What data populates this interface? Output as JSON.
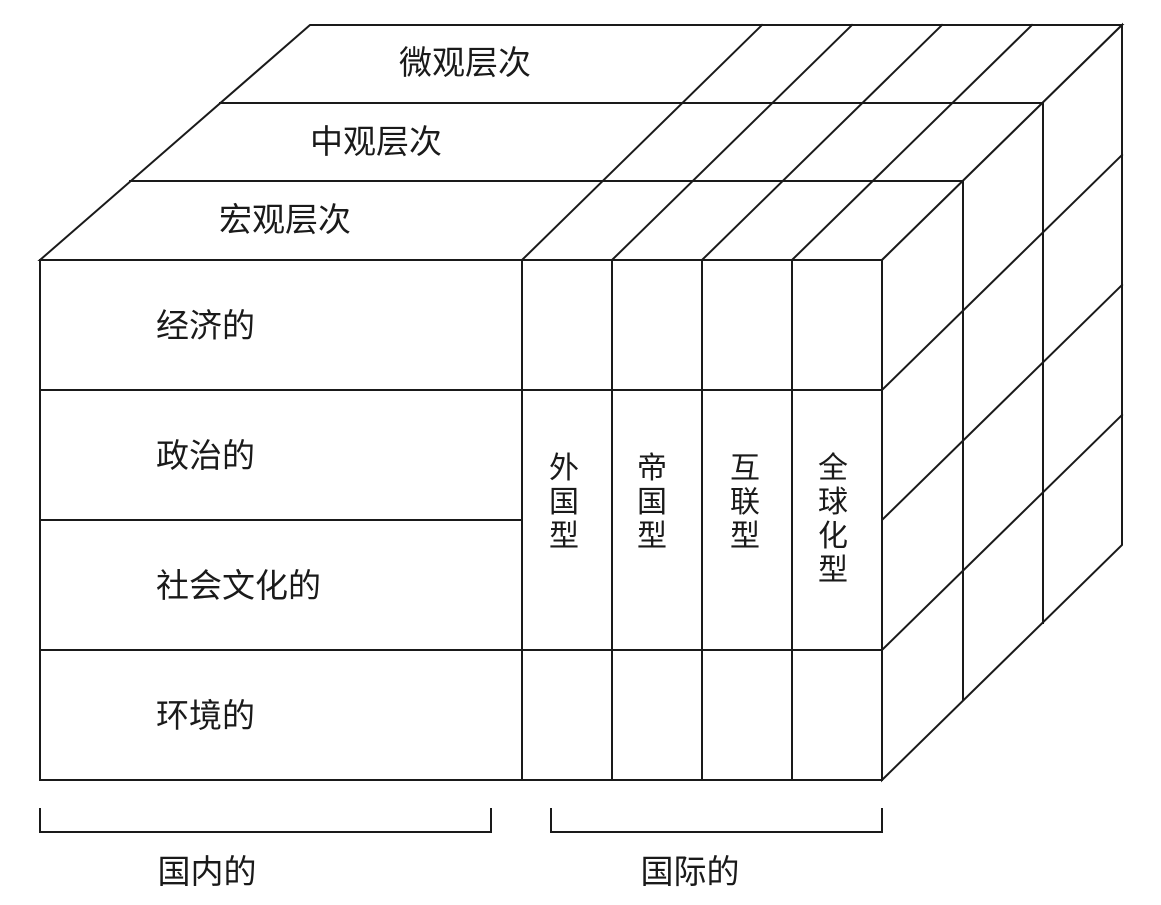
{
  "levels": {
    "micro": "微观层次",
    "meso": "中观层次",
    "macro": "宏观层次"
  },
  "domains": {
    "economic": "经济的",
    "political": "政治的",
    "sociocultural": "社会文化的",
    "environmental": "环境的"
  },
  "types": {
    "t1": [
      "外",
      "国",
      "型"
    ],
    "t2": [
      "帝",
      "国",
      "型"
    ],
    "t3": [
      "互",
      "联",
      "型"
    ],
    "t4": [
      "全",
      "球",
      "化",
      "型"
    ]
  },
  "brackets": {
    "domestic": "国内的",
    "international": "国际的"
  },
  "colors": {
    "line": "#1a1a1a",
    "background": "#ffffff"
  }
}
